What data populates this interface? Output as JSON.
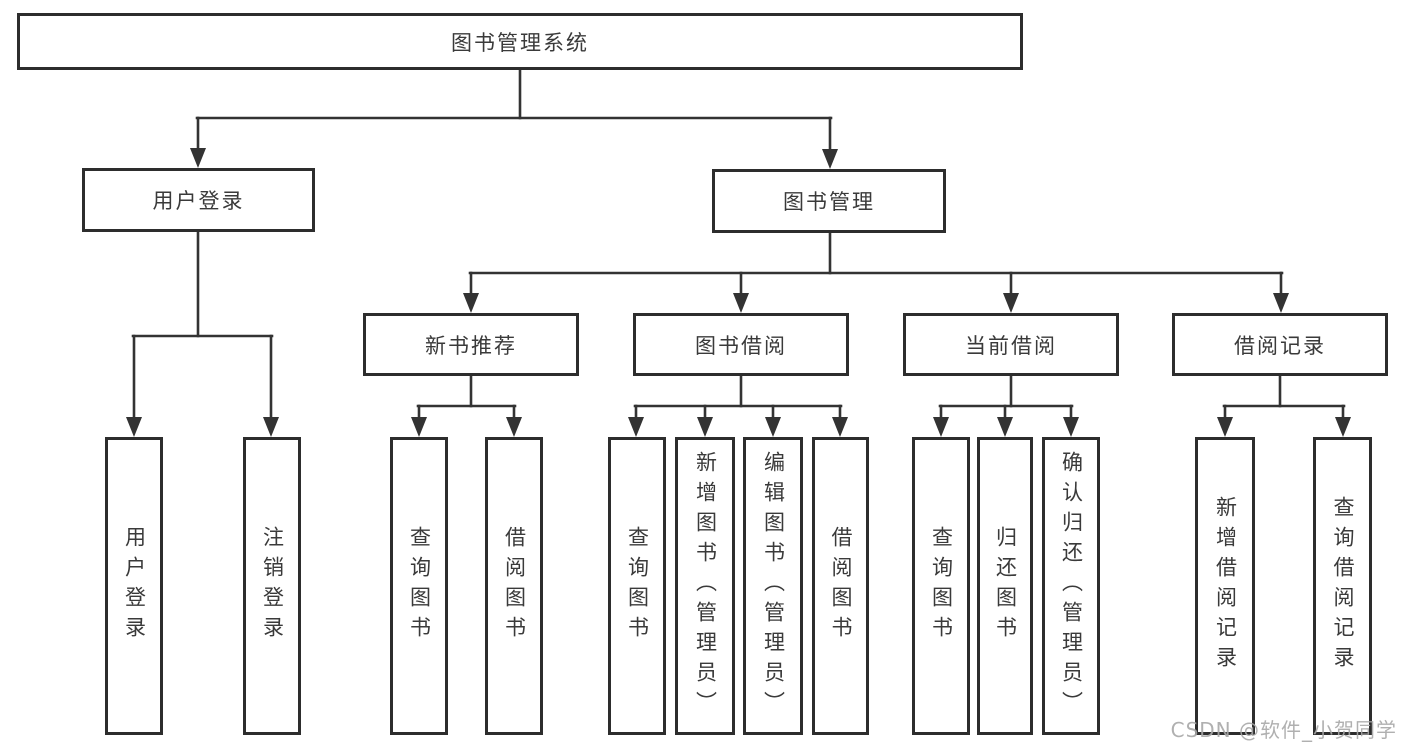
{
  "diagram_title": "图书管理系统",
  "nodes": {
    "root": {
      "label": "图书管理系统"
    },
    "level2": [
      {
        "id": "user-login",
        "label": "用户登录"
      },
      {
        "id": "book-management",
        "label": "图书管理"
      }
    ],
    "level3": [
      {
        "id": "new-book-recommend",
        "parent": "图书管理",
        "label": "新书推荐"
      },
      {
        "id": "book-borrowing",
        "parent": "图书管理",
        "label": "图书借阅"
      },
      {
        "id": "current-borrowing",
        "parent": "图书管理",
        "label": "当前借阅"
      },
      {
        "id": "borrowing-records",
        "parent": "图书管理",
        "label": "借阅记录"
      }
    ],
    "leaves": [
      {
        "parent": "用户登录",
        "label": "用户登录"
      },
      {
        "parent": "用户登录",
        "label": "注销登录"
      },
      {
        "parent": "新书推荐",
        "label": "查询图书"
      },
      {
        "parent": "新书推荐",
        "label": "借阅图书"
      },
      {
        "parent": "图书借阅",
        "label": "查询图书"
      },
      {
        "parent": "图书借阅",
        "label": "新增图书（管理员）"
      },
      {
        "parent": "图书借阅",
        "label": "编辑图书（管理员）"
      },
      {
        "parent": "图书借阅",
        "label": "借阅图书"
      },
      {
        "parent": "当前借阅",
        "label": "查询图书"
      },
      {
        "parent": "当前借阅",
        "label": "归还图书"
      },
      {
        "parent": "当前借阅",
        "label": "确认归还（管理员）"
      },
      {
        "parent": "借阅记录",
        "label": "新增借阅记录"
      },
      {
        "parent": "借阅记录",
        "label": "查询借阅记录"
      }
    ]
  },
  "watermark": {
    "text": "CSDN @软件_小贺同学"
  },
  "colors": {
    "line": "#333333",
    "box_border": "#2d2d2d",
    "text": "#3a3a3a",
    "background": "#ffffff",
    "watermark": "#a8a8a8"
  }
}
